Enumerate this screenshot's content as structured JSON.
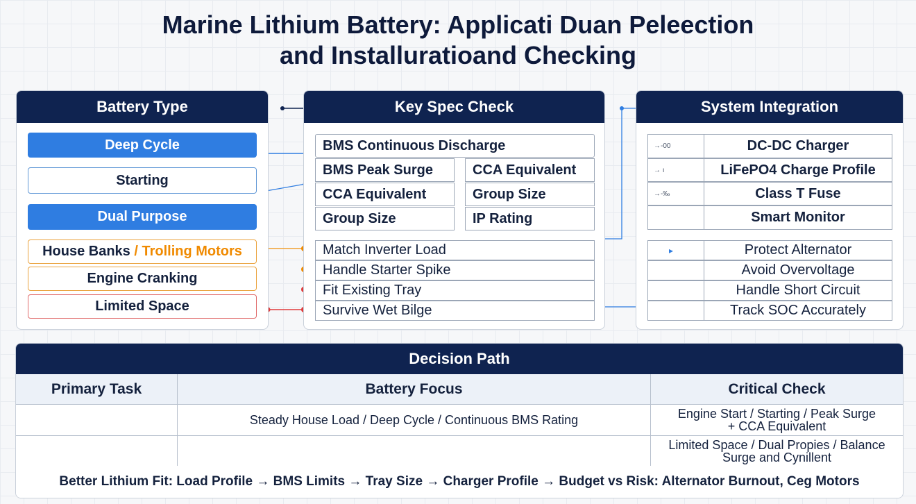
{
  "title_line1": "Marine Lithium Battery: Applicati Duan Peleection",
  "title_line2": "and Installuratioand Checking",
  "battery_type": {
    "header": "Battery Type",
    "deep_cycle": "Deep Cycle",
    "starting": "Starting",
    "dual_purpose": "Dual Purpose",
    "house_banks": "House Banks",
    "slash": " / ",
    "trolling_motors": "Trolling Motors",
    "engine_cranking": "Engine Cranking",
    "limited_space": "Limited Space"
  },
  "key_spec": {
    "header": "Key Spec Check",
    "bms_continuous": "BMS Continuous Discharge",
    "bms_peak": "BMS Peak Surge",
    "cca_equiv_right": "CCA  Equivalent",
    "cca_equiv_left": "CCA Equivalent",
    "group_size_right": "Group Size",
    "group_size_left": "Group Size",
    "ip_rating": "IP Rating",
    "match_inverter": "Match Inverter Load",
    "handle_starter": "Handle Starter Spike",
    "fit_tray": "Fit Existing Tray",
    "survive_bilge": "Survive Wet Bilge"
  },
  "system": {
    "header": "System Integration",
    "arrow1": "→-00",
    "arrow2": "→ ı",
    "arrow3": "→-‰",
    "dc_dc": "DC-DC Charger",
    "lifepo4": "LiFePO4 Charge Profile",
    "class_t": "Class T Fuse",
    "smart_monitor": "Smart Monitor",
    "protect_alt": "Protect Alternator",
    "avoid_over": "Avoid Overvoltage",
    "handle_short": "Handle Short Circuit",
    "track_soc": "Track SOC Accurately"
  },
  "decision": {
    "header": "Decision Path",
    "col1": "Primary Task",
    "col2": "Battery Focus",
    "col3": "Critical Check",
    "row1_focus": "Steady House Load / Deep Cycle / Continuous BMS Rating",
    "row1_check_a": "Engine Start / Starting / Peak Surge",
    "row1_check_b": "+ CCA Equivalent",
    "row2_check_a": "Limited Space / Dual Propies / Balance",
    "row2_check_b": "Surge and Cynillent",
    "footer": "Better Lithium Fit: Load Profile → BMS Limits → Tray Size → Charger Profile → Budget vs Risk: Alternator Burnout, Ceg Motors"
  },
  "colors": {
    "navy": "#0f2350",
    "blue": "#2f7de1",
    "orange": "#f08a00",
    "red": "#e03a3a",
    "connector": "#2f7de1"
  }
}
